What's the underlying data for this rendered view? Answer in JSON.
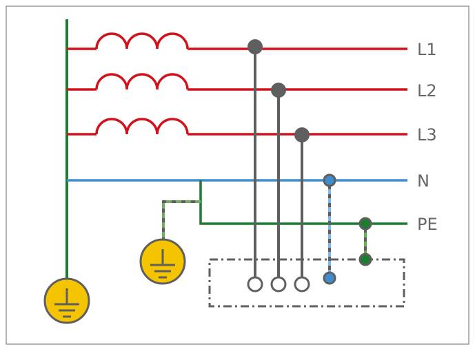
{
  "labels": {
    "l1": "L1",
    "l2": "L2",
    "l3": "L3",
    "n": "N",
    "pe": "PE"
  },
  "colors": {
    "phase": "#d2121b",
    "neutral": "#3f8ccf",
    "earth": "#1b7d2e",
    "probe": "#5f5f5f",
    "ground_fill": "#f5c400",
    "frame": "#9a9a9a"
  },
  "icons": {
    "ground": "ground-symbol-icon",
    "coil": "inductor-coil-icon"
  }
}
